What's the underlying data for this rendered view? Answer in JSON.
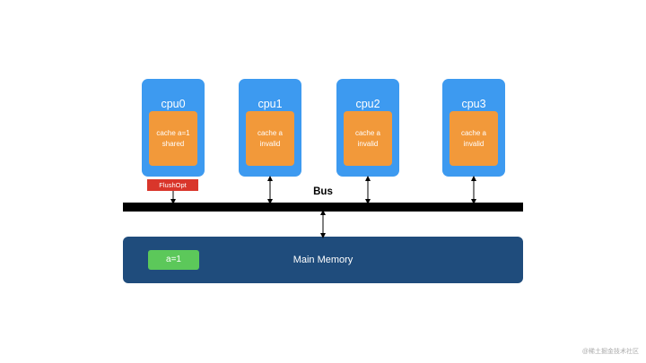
{
  "cpus": [
    {
      "name": "cpu0",
      "cache_line1": "cache a=1",
      "cache_line2": "shared"
    },
    {
      "name": "cpu1",
      "cache_line1": "cache a",
      "cache_line2": "invalid"
    },
    {
      "name": "cpu2",
      "cache_line1": "cache a",
      "cache_line2": "invalid"
    },
    {
      "name": "cpu3",
      "cache_line1": "cache a",
      "cache_line2": "invalid"
    }
  ],
  "flushopt_label": "FlushOpt",
  "bus_label": "Bus",
  "memory": {
    "label": "Main Memory",
    "value": "a=1"
  },
  "watermark": "@稀土掘金技术社区",
  "colors": {
    "cpu": "#3d9af0",
    "cache": "#f2993a",
    "flushopt": "#d9362b",
    "memory": "#1f4c7c",
    "memory_value": "#5cc85a",
    "bus": "#000000"
  }
}
